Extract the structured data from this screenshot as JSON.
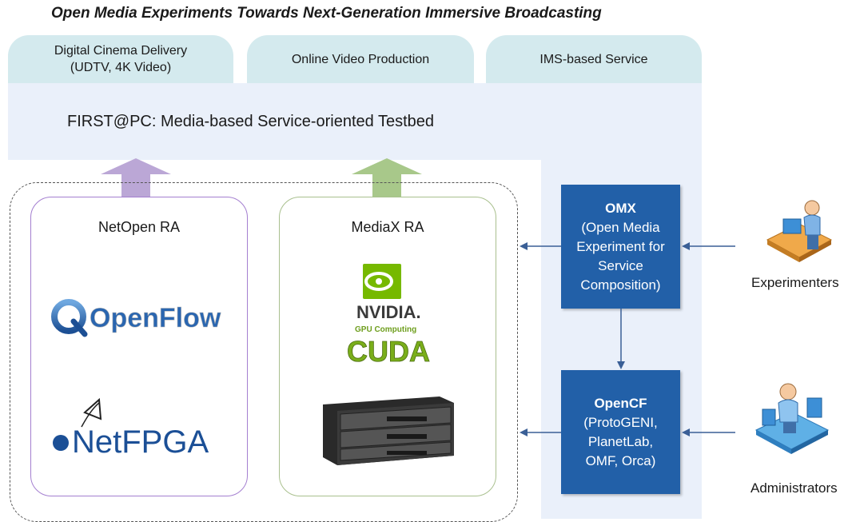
{
  "title": "Open Media Experiments Towards Next-Generation Immersive Broadcasting",
  "services": [
    {
      "line1": "Digital Cinema Delivery",
      "line2": "(UDTV, 4K Video)"
    },
    {
      "line1": "Online Video Production"
    },
    {
      "line1": "IMS-based Service"
    }
  ],
  "testbed": {
    "label": "FIRST@PC: Media-based Service-oriented Testbed"
  },
  "resource_aggregates": [
    {
      "title": "NetOpen RA",
      "logos": [
        "OpenFlow",
        "NetFPGA"
      ]
    },
    {
      "title": "MediaX RA",
      "logos": [
        "NVIDIA.",
        "GPU Computing",
        "CUDA"
      ]
    }
  ],
  "omx": {
    "title": "OMX",
    "lines": [
      "(Open Media",
      "Experiment for",
      "Service",
      "Composition)"
    ]
  },
  "opencf": {
    "title": "OpenCF",
    "lines": [
      "(ProtoGENI,",
      "PlanetLab,",
      "OMF, Orca)"
    ]
  },
  "actors": [
    {
      "label": "Experimenters",
      "icon": "experimenter-icon"
    },
    {
      "label": "Administrators",
      "icon": "administrator-icon"
    }
  ],
  "colors": {
    "tab": "#d4eaee",
    "panel": "#eaf0fa",
    "blue_box": "#2260a8",
    "arrow_purple": "#bba7d6",
    "arrow_green": "#a8c88a",
    "connector": "#3a5f96"
  }
}
